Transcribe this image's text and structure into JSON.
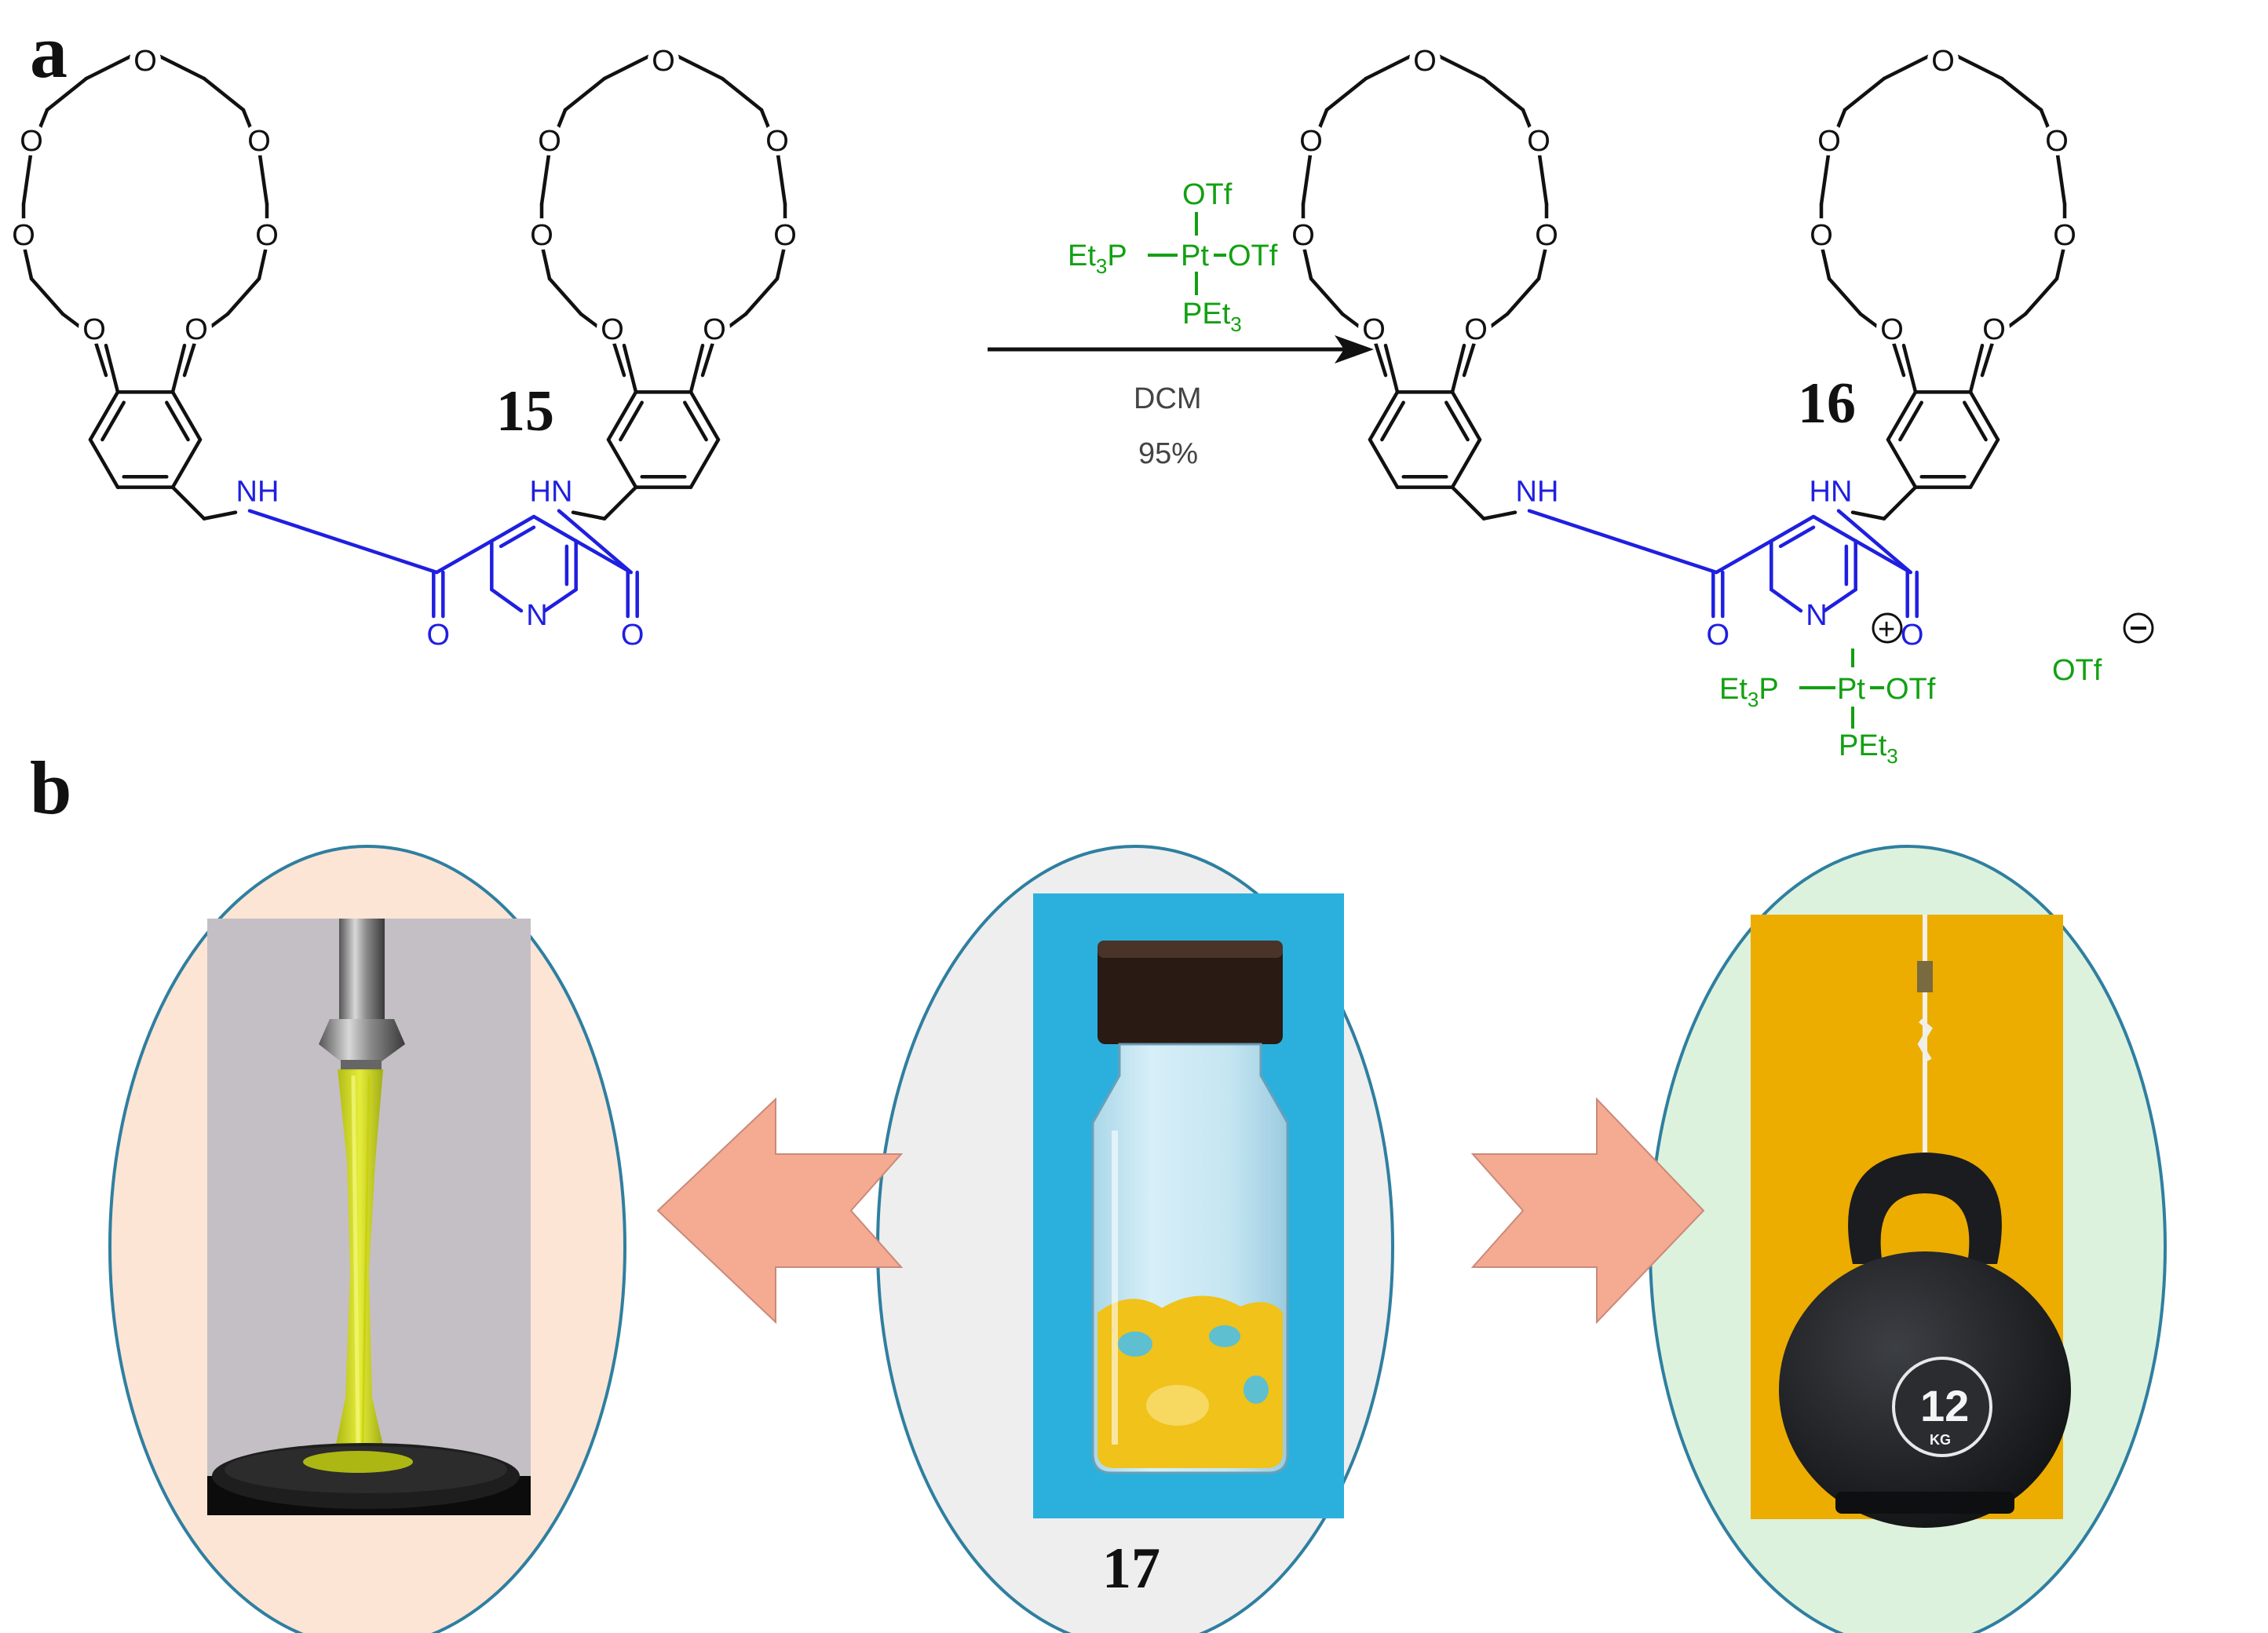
{
  "panels": {
    "a": "a",
    "b": "b"
  },
  "compounds": {
    "c15": "15",
    "c16": "16",
    "c17": "17"
  },
  "reaction": {
    "conditions_solvent": "DCM",
    "conditions_yield": "95%"
  },
  "reagent": {
    "top": "OTf",
    "left": "Et3P",
    "center": "Pt",
    "right": "OTf",
    "bottom": "PEt3"
  },
  "atoms": {
    "oxygen": "O",
    "nitrogen": "N",
    "amide": "NH",
    "amide_right": "HN",
    "counter_ion": "OTf",
    "plus": "+",
    "minus": "−"
  },
  "colors": {
    "linker_blue": "#1f1fe0",
    "platinum_green": "#12a012",
    "arrow_salmon": "#f5aa92",
    "ellipse_left": "#fde5d6",
    "ellipse_mid": "#eeeeee",
    "ellipse_right": "#ddf2dd",
    "ellipse_stroke": "#2f7fa0"
  },
  "photos": {
    "left": "photo-gel-flowing",
    "middle": "photo-vial-gel",
    "right": "photo-kettlebell-12kg"
  },
  "kettlebell_label": "12",
  "kettlebell_unit": "KG"
}
